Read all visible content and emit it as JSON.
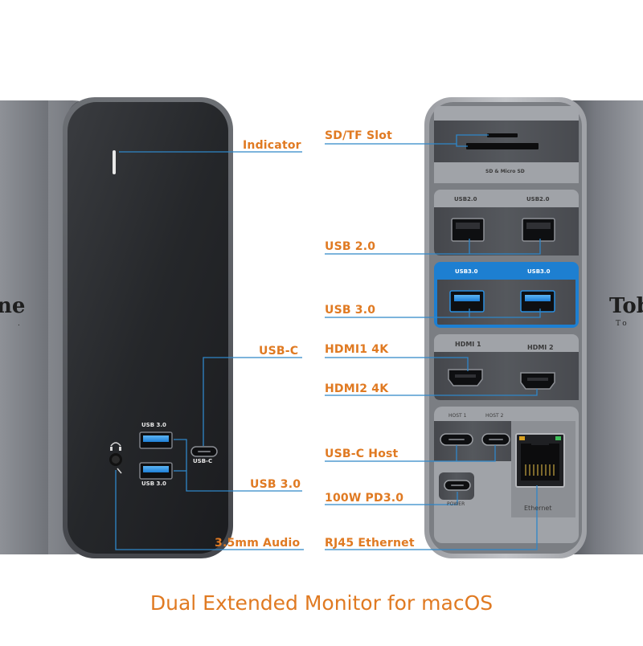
{
  "brand": {
    "left_fragment": "ne",
    "left_sub_fragment": ".",
    "right_fragment": "Tob",
    "right_sub_fragment": "To"
  },
  "left_device": {
    "usb3_top_label": "USB 3.0",
    "usb3_bottom_label": "USB 3.0",
    "usbc_label": "USB-C"
  },
  "left_callouts": {
    "indicator": "Indicator",
    "usb_c": "USB-C",
    "usb_3_0": "USB 3.0",
    "audio": "3.5mm Audio"
  },
  "right_callouts": {
    "sd_tf_slot": "SD/TF Slot",
    "usb_2_0": "USB 2.0",
    "usb_3_0": "USB 3.0",
    "hdmi1": "HDMI1 4K",
    "hdmi2": "HDMI2 4K",
    "usb_c_host": "USB-C Host",
    "pd": "100W PD3.0",
    "rj45": "RJ45 Ethernet"
  },
  "right_device": {
    "sd_label": "SD & Micro SD",
    "usb2_left": "USB2.0",
    "usb2_right": "USB2.0",
    "usb3_left": "USB3.0",
    "usb3_right": "USB3.0",
    "hdmi1_label": "HDMI 1",
    "hdmi2_label": "HDMI 2",
    "host1_label": "HOST 1",
    "host2_label": "HOST 2",
    "power_label": "POWER",
    "ethernet_label": "Ethernet"
  },
  "caption": "Dual Extended Monitor for macOS",
  "colors": {
    "callout_text": "#e07a22",
    "leader_line": "#2f86c8",
    "usb3_port_blue": "#2a8fe0",
    "usb3_panel_blue": "#1d7fd1",
    "device_dark": "#2b2d31",
    "device_gray": "#5b5e64"
  }
}
